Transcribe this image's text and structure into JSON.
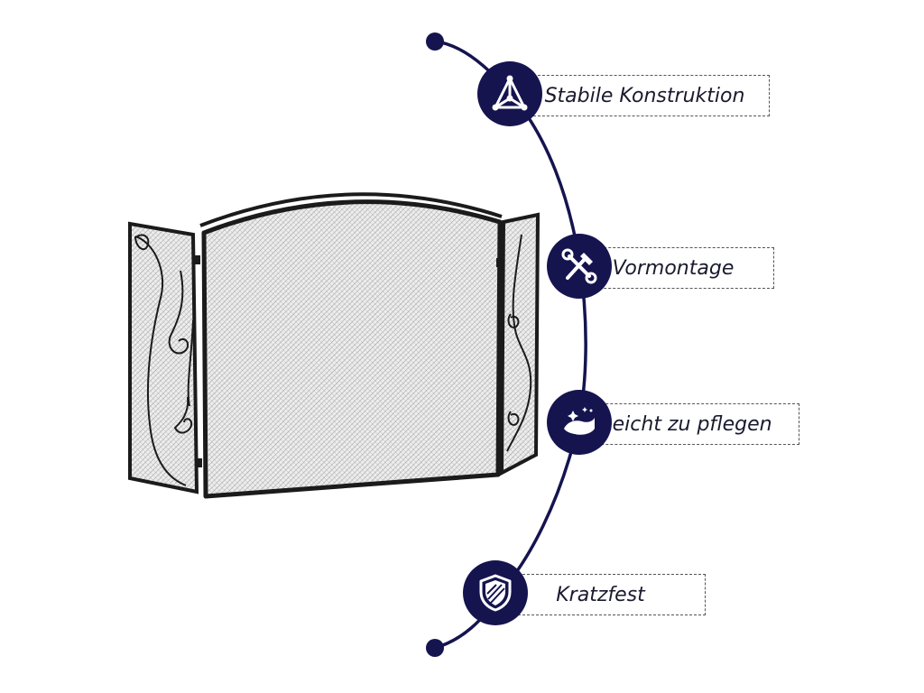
{
  "features": [
    {
      "label": "Stabile Konstruktion",
      "icon": "triangle-structure-icon"
    },
    {
      "label": "Vormontage",
      "icon": "tools-icon"
    },
    {
      "label": "Leicht zu pflegen",
      "icon": "cleaning-hand-icon"
    },
    {
      "label": "Kratzfest",
      "icon": "shield-icon"
    }
  ],
  "colors": {
    "accent": "#15144f",
    "frame": "#1b1b1b",
    "mesh": "#d9d9d9"
  }
}
